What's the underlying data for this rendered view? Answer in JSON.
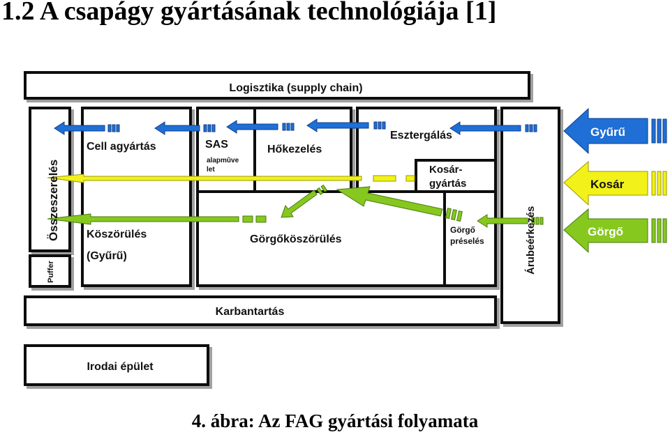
{
  "title": "1.2 A csapágy gyártásának technológiája [1]",
  "caption": "4. ábra: Az FAG gyártási folyamata",
  "diagram": {
    "logistics": "Logisztika (supply chain)",
    "assembly": "Összeszerelés",
    "buffer": "Puffer",
    "cell": "Cell agyártás",
    "sas": "SAS",
    "sas_sub_1": "alapmûve",
    "sas_sub_2": "let",
    "heat": "Hőkezelés",
    "turning": "Esztergálás",
    "cage_1": "Kosár-",
    "cage_2": "gyártás",
    "grind_1": "Köszörülés",
    "grind_2": "(Gyűrű)",
    "roller_grind": "Görgőköszörülés",
    "roller_press_1": "Görgő",
    "roller_press_2": "préselés",
    "goods_in": "Árubeérkezés",
    "maintenance": "Karbantartás",
    "office": "Irodai épület",
    "input_ring": "Gyűrű",
    "input_cage": "Kosár",
    "input_roller": "Görgő"
  },
  "colors": {
    "blue": "#1f6fd6",
    "yellow": "#f2f21a",
    "green": "#86c81e",
    "stroke": "#111111"
  }
}
